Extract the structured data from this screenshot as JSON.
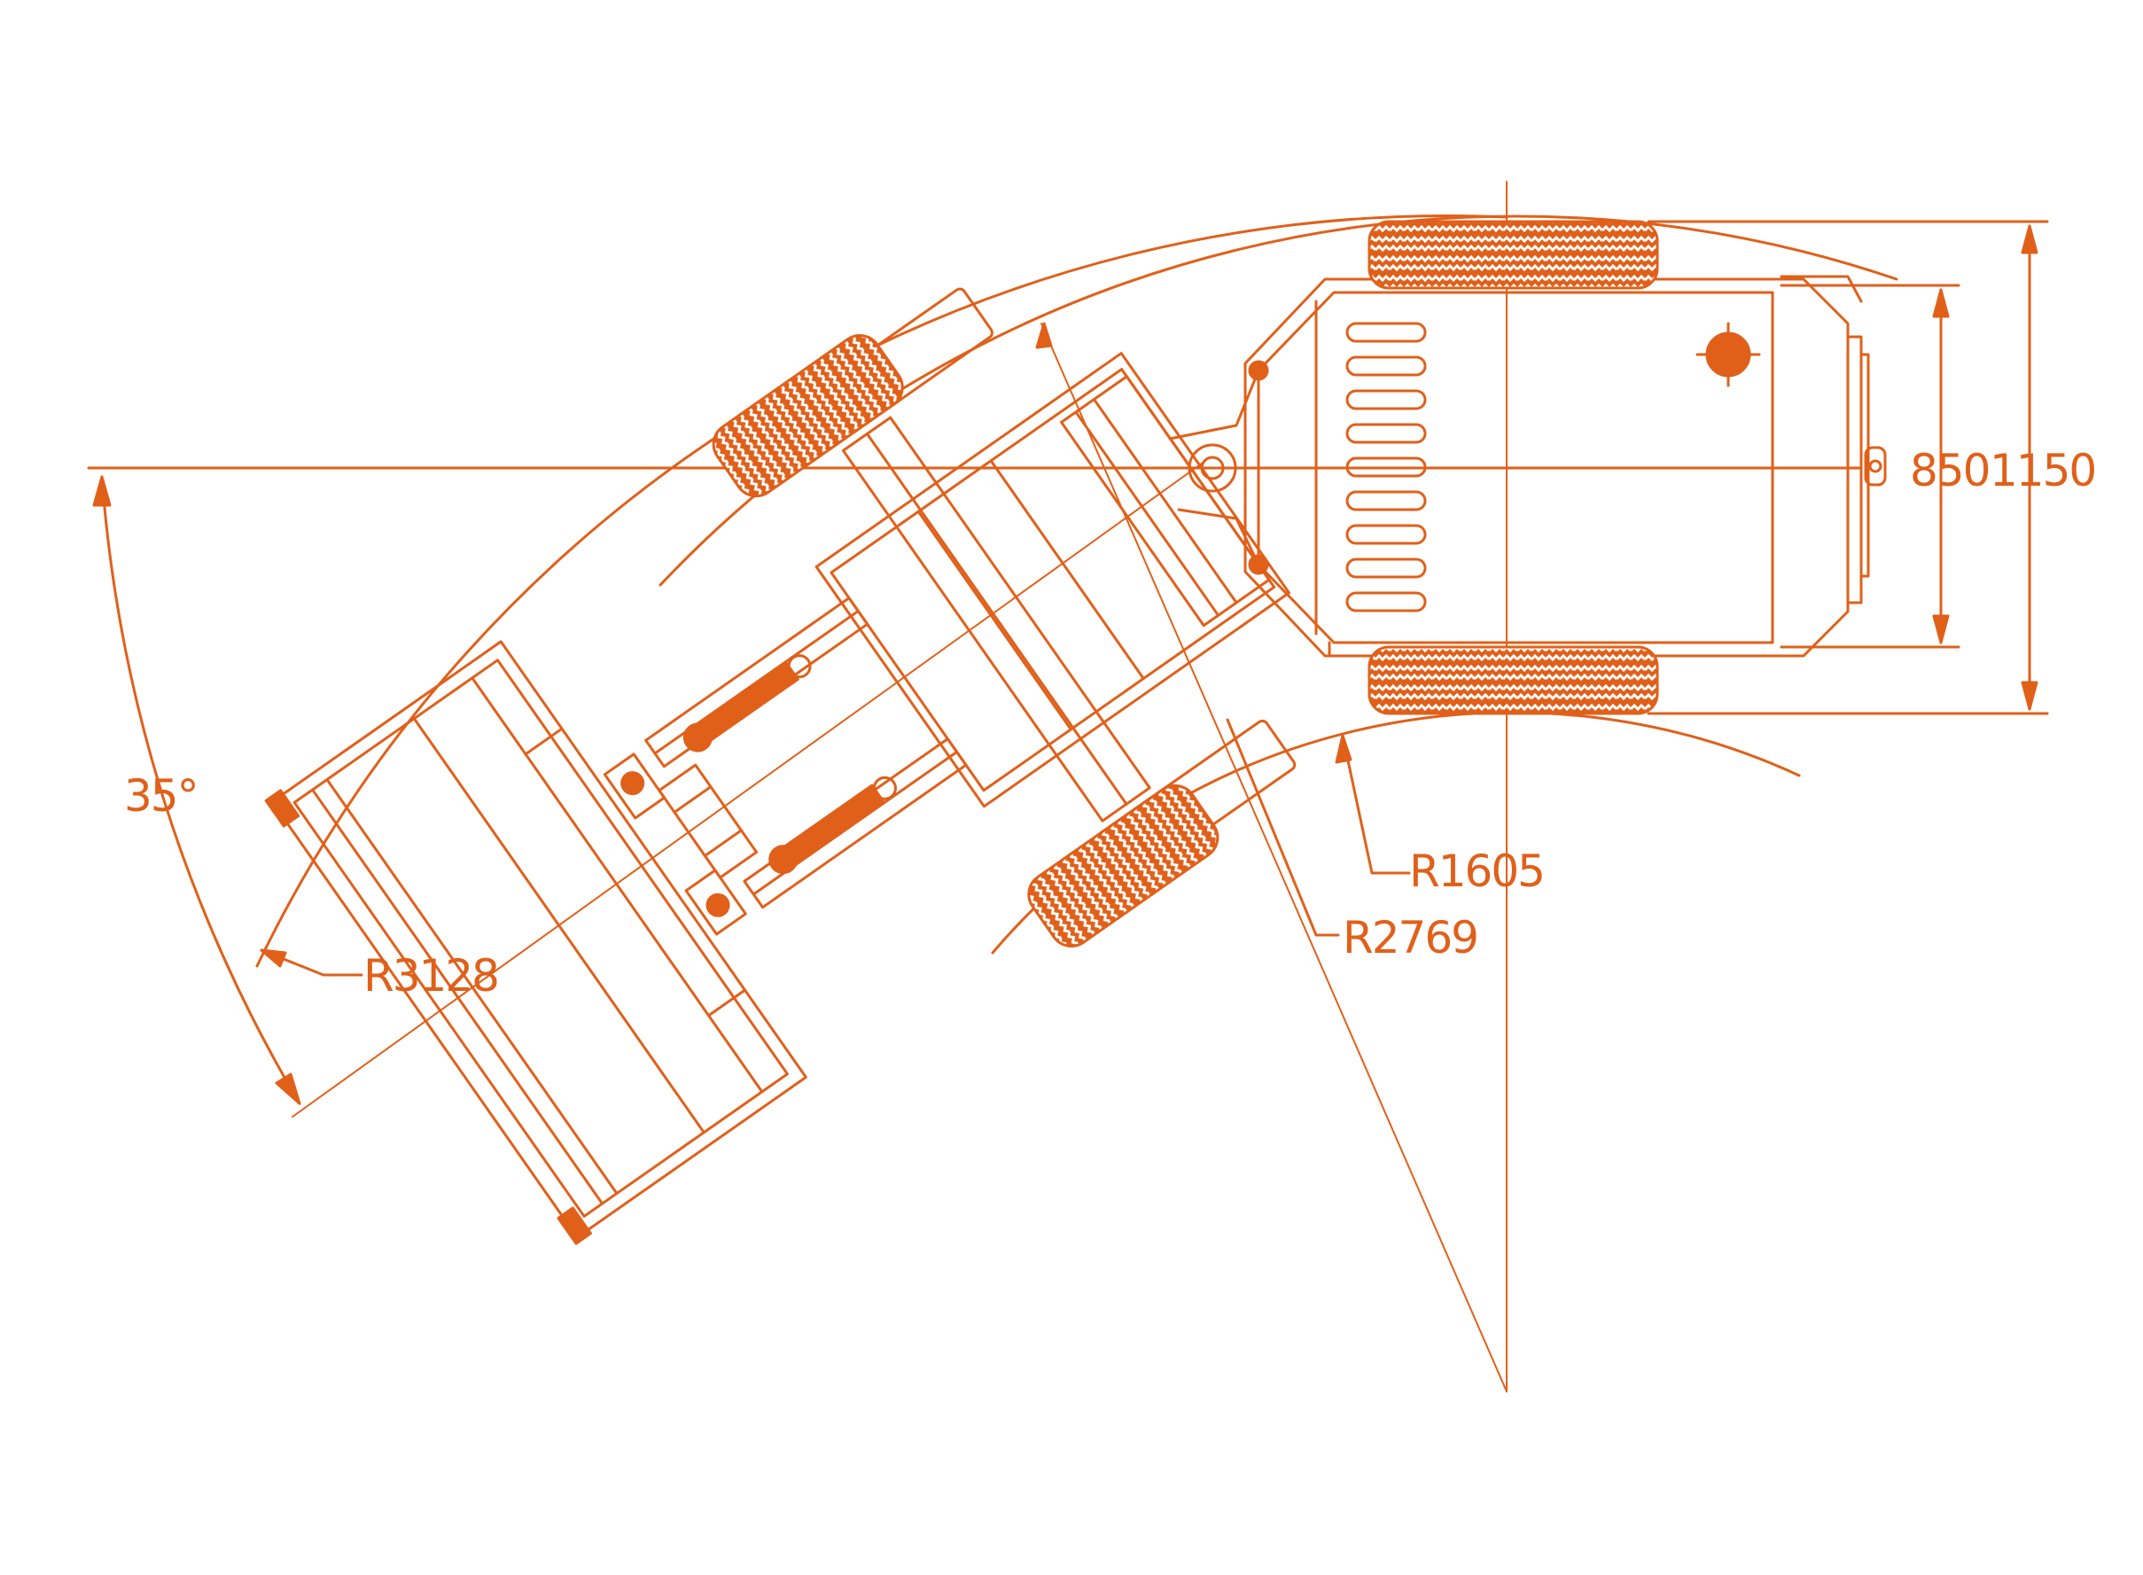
{
  "colors": {
    "line": "#e0601a",
    "fill": "#e0601a",
    "background": "#ffffff"
  },
  "dimensions": {
    "angle": "35°",
    "radius_outer": "R3128",
    "radius_mid": "R2769",
    "radius_inner": "R1605",
    "inner_width": "850",
    "outer_width": "1150"
  }
}
